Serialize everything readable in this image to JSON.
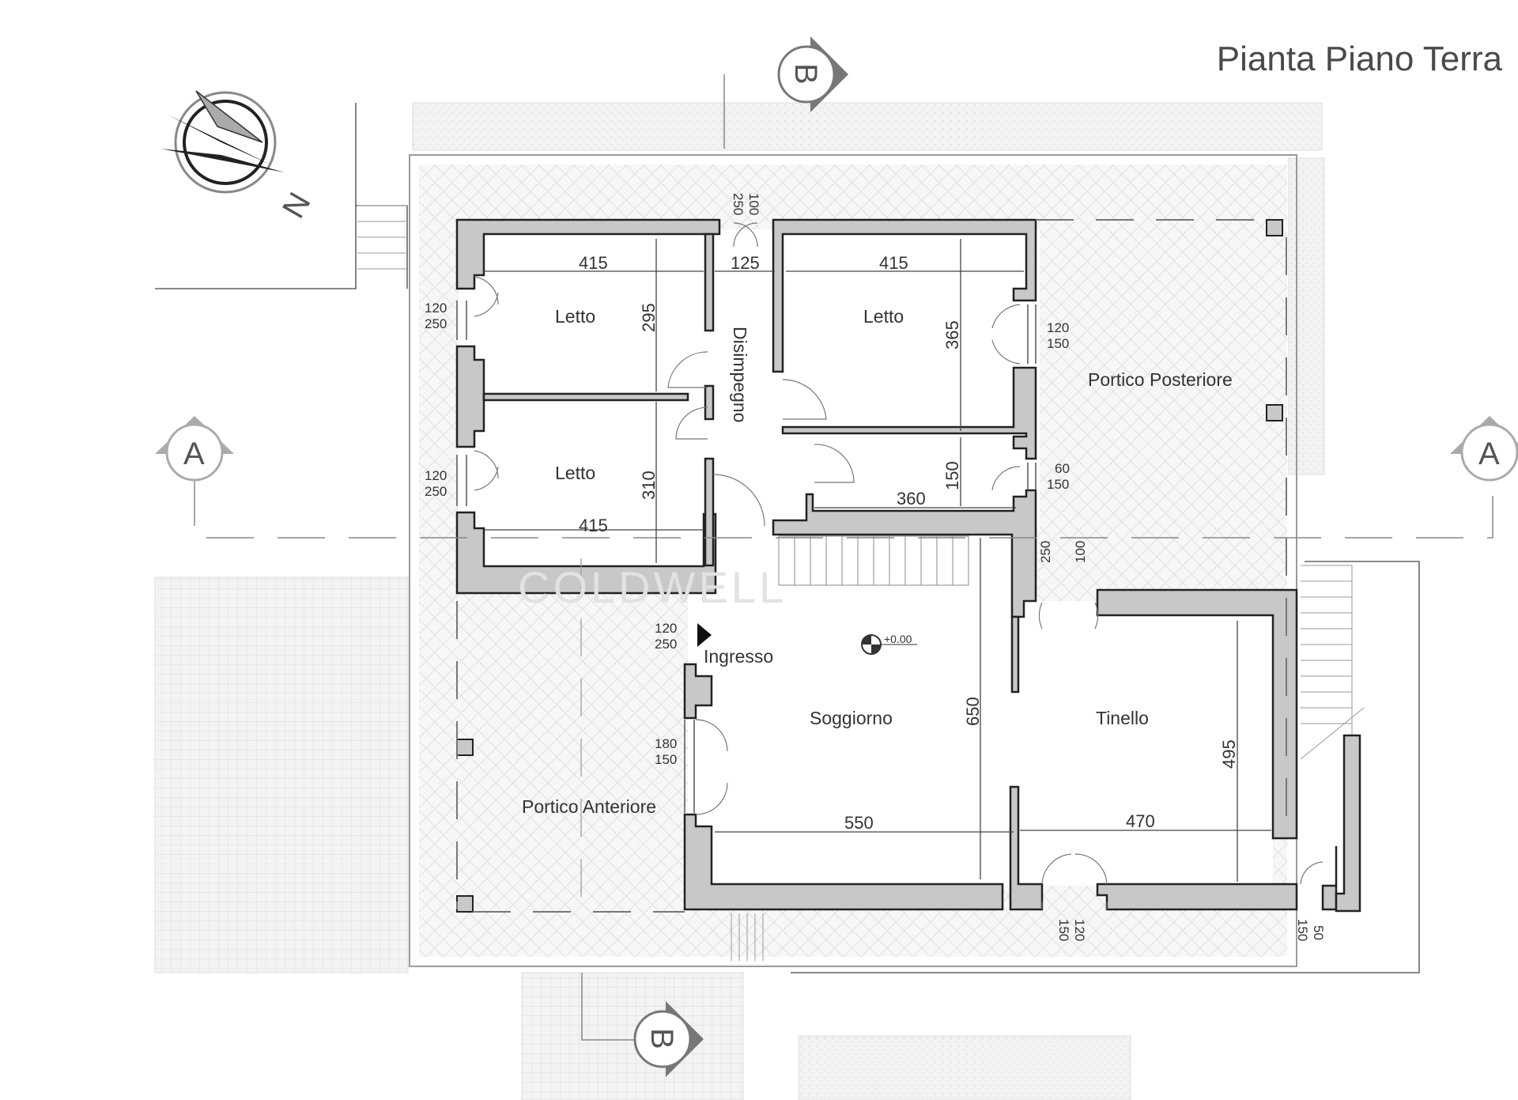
{
  "title": "Pianta Piano Terra",
  "north_label": "N",
  "watermark": "COLDWELL",
  "rooms": {
    "letto_1": "Letto",
    "letto_2": "Letto",
    "letto_3": "Letto",
    "disimpegno": "Disimpegno",
    "portico_posteriore": "Portico Posteriore",
    "ingresso": "Ingresso",
    "soggiorno": "Soggiorno",
    "tinello": "Tinello",
    "portico_anteriore": "Portico Anteriore"
  },
  "section_markers": {
    "a_left": "A",
    "a_right": "A",
    "b_top": "B",
    "b_bottom": "B"
  },
  "level_marker": "+0.00",
  "dimensions": {
    "letto1_width": "415",
    "letto1_height": "295",
    "letto2_width": "415",
    "letto2_height": "310",
    "letto3_width": "415",
    "letto3_height": "365",
    "disimpegno_width": "125",
    "bath_width": "360",
    "bath_height": "150",
    "soggiorno_width": "550",
    "soggiorno_height": "650",
    "tinello_width": "470",
    "tinello_height": "495"
  },
  "openings": {
    "top_door_a": "100",
    "top_door_b": "250",
    "win_l1_a": "120",
    "win_l1_b": "250",
    "win_l2_a": "120",
    "win_l2_b": "250",
    "win_l3_a": "120",
    "win_l3_b": "150",
    "win_bath_a": "60",
    "win_bath_b": "150",
    "door_tinello_a": "250",
    "door_tinello_b": "100",
    "ingresso_a": "120",
    "ingresso_b": "250",
    "win_sogg_a": "180",
    "win_sogg_b": "150",
    "door_bottom_a": "120",
    "door_bottom_b": "150",
    "door_br_a": "150",
    "door_br_b": "50"
  }
}
